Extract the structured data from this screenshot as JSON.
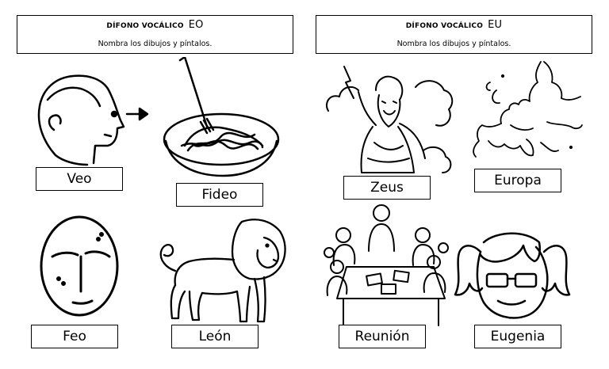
{
  "left": {
    "title": "DÍFONO VOCÁLICO",
    "pair": "EO",
    "instruction": "Nombra los dibujos y píntalos."
  },
  "right": {
    "title": "DÍFONO VOCÁLICO",
    "pair": "EU",
    "instruction": "Nombra los dibujos y píntalos."
  },
  "cards": {
    "veo": "Veo",
    "fideo": "Fideo",
    "feo": "Feo",
    "leon": "León",
    "zeus": "Zeus",
    "europa": "Europa",
    "reunion": "Reunión",
    "eugenia": "Eugenia"
  }
}
